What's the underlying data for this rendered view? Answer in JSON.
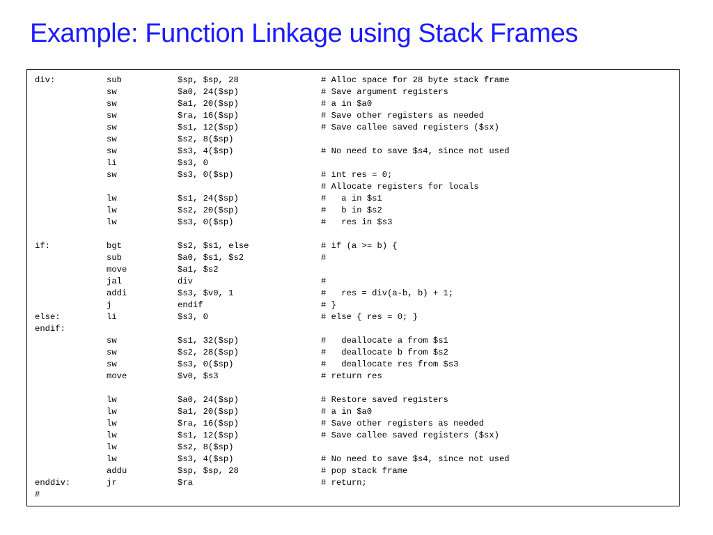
{
  "title": "Example: Function Linkage using Stack Frames",
  "code_lines": [
    {
      "label": "div:",
      "op": "sub",
      "args": "$sp, $sp, 28",
      "comment": "# Alloc space for 28 byte stack frame"
    },
    {
      "label": "",
      "op": "sw",
      "args": "$a0, 24($sp)",
      "comment": "# Save argument registers"
    },
    {
      "label": "",
      "op": "sw",
      "args": "$a1, 20($sp)",
      "comment": "# a in $a0"
    },
    {
      "label": "",
      "op": "sw",
      "args": "$ra, 16($sp)",
      "comment": "# Save other registers as needed"
    },
    {
      "label": "",
      "op": "sw",
      "args": "$s1, 12($sp)",
      "comment": "# Save callee saved registers ($sx)"
    },
    {
      "label": "",
      "op": "sw",
      "args": "$s2, 8($sp)",
      "comment": ""
    },
    {
      "label": "",
      "op": "sw",
      "args": "$s3, 4($sp)",
      "comment": "# No need to save $s4, since not used"
    },
    {
      "label": "",
      "op": "li",
      "args": "$s3, 0",
      "comment": ""
    },
    {
      "label": "",
      "op": "sw",
      "args": "$s3, 0($sp)",
      "comment": "# int res = 0;"
    },
    {
      "label": "",
      "op": "",
      "args": "",
      "comment": "# Allocate registers for locals"
    },
    {
      "label": "",
      "op": "lw",
      "args": "$s1, 24($sp)",
      "comment": "#   a in $s1"
    },
    {
      "label": "",
      "op": "lw",
      "args": "$s2, 20($sp)",
      "comment": "#   b in $s2"
    },
    {
      "label": "",
      "op": "lw",
      "args": "$s3, 0($sp)",
      "comment": "#   res in $s3"
    },
    {
      "label": "",
      "op": "",
      "args": "",
      "comment": ""
    },
    {
      "label": "if:",
      "op": "bgt",
      "args": "$s2, $s1, else",
      "comment": "# if (a >= b) {"
    },
    {
      "label": "",
      "op": "sub",
      "args": "$a0, $s1, $s2",
      "comment": "#"
    },
    {
      "label": "",
      "op": "move",
      "args": "$a1, $s2",
      "comment": ""
    },
    {
      "label": "",
      "op": "jal",
      "args": "div",
      "comment": "#"
    },
    {
      "label": "",
      "op": "addi",
      "args": "$s3, $v0, 1",
      "comment": "#   res = div(a-b, b) + 1;"
    },
    {
      "label": "",
      "op": "j",
      "args": "endif",
      "comment": "# }"
    },
    {
      "label": "else:",
      "op": "li",
      "args": "$s3, 0",
      "comment": "# else { res = 0; }"
    },
    {
      "label": "endif:",
      "op": "",
      "args": "",
      "comment": ""
    },
    {
      "label": "",
      "op": "sw",
      "args": "$s1, 32($sp)",
      "comment": "#   deallocate a from $s1"
    },
    {
      "label": "",
      "op": "sw",
      "args": "$s2, 28($sp)",
      "comment": "#   deallocate b from $s2"
    },
    {
      "label": "",
      "op": "sw",
      "args": "$s3, 0($sp)",
      "comment": "#   deallocate res from $s3"
    },
    {
      "label": "",
      "op": "move",
      "args": "$v0, $s3",
      "comment": "# return res"
    },
    {
      "label": "",
      "op": "",
      "args": "",
      "comment": ""
    },
    {
      "label": "",
      "op": "lw",
      "args": "$a0, 24($sp)",
      "comment": "# Restore saved registers"
    },
    {
      "label": "",
      "op": "lw",
      "args": "$a1, 20($sp)",
      "comment": "# a in $a0"
    },
    {
      "label": "",
      "op": "lw",
      "args": "$ra, 16($sp)",
      "comment": "# Save other registers as needed"
    },
    {
      "label": "",
      "op": "lw",
      "args": "$s1, 12($sp)",
      "comment": "# Save callee saved registers ($sx)"
    },
    {
      "label": "",
      "op": "lw",
      "args": "$s2, 8($sp)",
      "comment": ""
    },
    {
      "label": "",
      "op": "lw",
      "args": "$s3, 4($sp)",
      "comment": "# No need to save $s4, since not used"
    },
    {
      "label": "",
      "op": "addu",
      "args": "$sp, $sp, 28",
      "comment": "# pop stack frame"
    },
    {
      "label": "enddiv:",
      "op": "jr",
      "args": "$ra",
      "comment": "# return;"
    },
    {
      "label": "#",
      "op": "",
      "args": "",
      "comment": ""
    }
  ]
}
